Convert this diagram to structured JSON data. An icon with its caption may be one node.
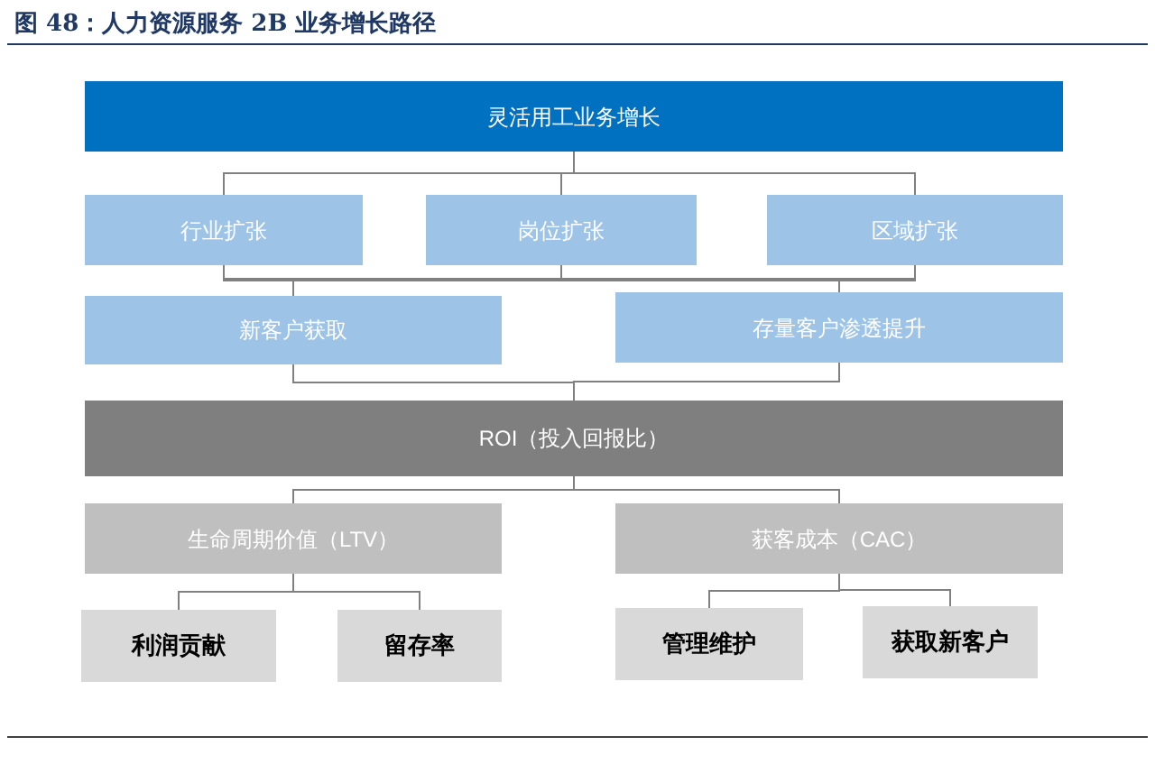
{
  "diagram": {
    "title": "图 48：人力资源服务 2B 业务增长路径",
    "nodes": [
      {
        "text": [
          "灵活用工业务增长"
        ]
      },
      {
        "text": [
          "行业扩张"
        ]
      },
      {
        "text": [
          "岗位扩张"
        ]
      },
      {
        "text": [
          "区域扩张"
        ]
      },
      {
        "text": [
          "新客户获取"
        ]
      },
      {
        "text": [
          "存量客户渗透提升"
        ]
      },
      {
        "text": [
          "ROI（投入回报比）"
        ]
      },
      {
        "text": [
          "生命周期价值（LTV）"
        ]
      },
      {
        "text": [
          "获客成本（CAC）"
        ]
      },
      {
        "text": [
          "利润贡献"
        ]
      },
      {
        "text": [
          "留存率"
        ]
      },
      {
        "text": [
          "管理维护"
        ]
      },
      {
        "text": [
          "获取新客户"
        ]
      }
    ],
    "edges": [
      {
        "from": 0,
        "to": 1,
        "arrow": "none"
      },
      {
        "from": 0,
        "to": 2,
        "arrow": "none"
      },
      {
        "from": 0,
        "to": 3,
        "arrow": "none"
      },
      {
        "from": 1,
        "to": 4,
        "arrow": "none"
      },
      {
        "from": 1,
        "to": 5,
        "arrow": "none"
      },
      {
        "from": 2,
        "to": 4,
        "arrow": "none"
      },
      {
        "from": 2,
        "to": 5,
        "arrow": "none"
      },
      {
        "from": 3,
        "to": 4,
        "arrow": "none"
      },
      {
        "from": 3,
        "to": 5,
        "arrow": "none"
      },
      {
        "from": 4,
        "to": 6,
        "arrow": "none"
      },
      {
        "from": 5,
        "to": 6,
        "arrow": "none"
      },
      {
        "from": 6,
        "to": 7,
        "arrow": "none"
      },
      {
        "from": 6,
        "to": 8,
        "arrow": "none"
      },
      {
        "from": 7,
        "to": 9,
        "arrow": "none"
      },
      {
        "from": 7,
        "to": 10,
        "arrow": "none"
      },
      {
        "from": 8,
        "to": 11,
        "arrow": "none"
      },
      {
        "from": 8,
        "to": 12,
        "arrow": "none"
      }
    ]
  }
}
